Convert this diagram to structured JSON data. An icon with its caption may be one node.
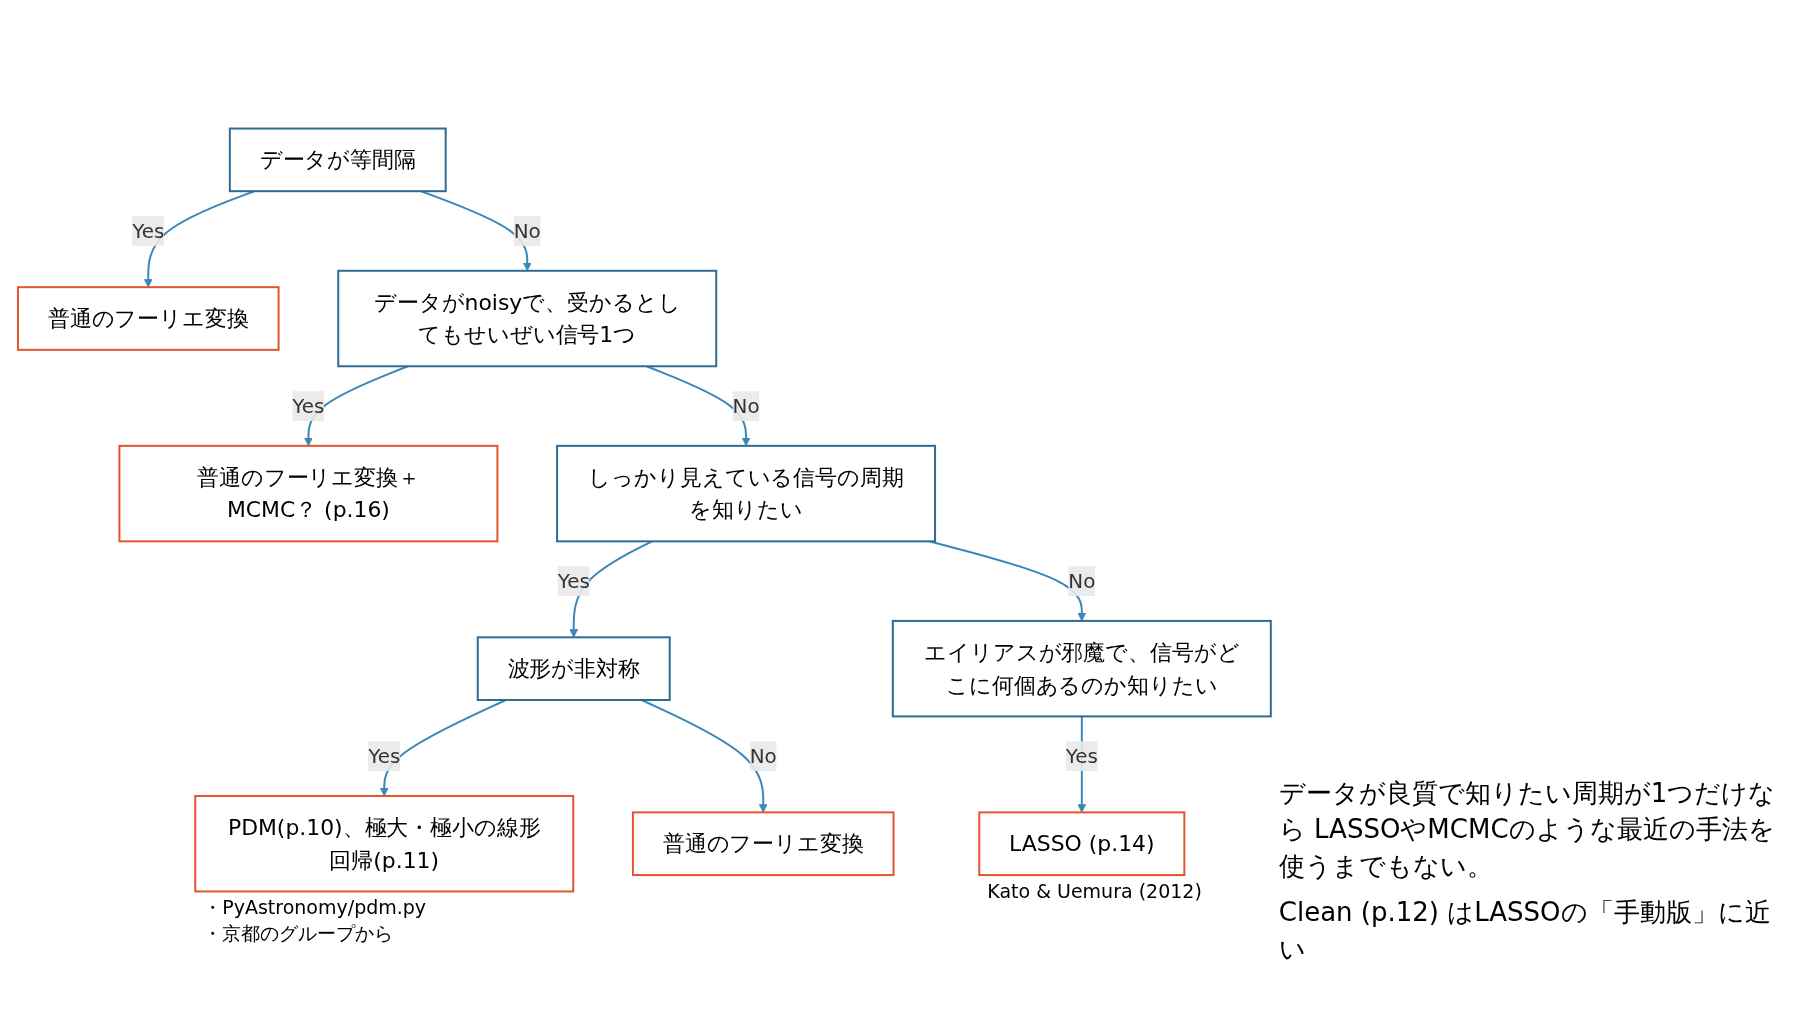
{
  "diagram": {
    "nodes": [
      {
        "text": [
          "データが等間隔"
        ]
      },
      {
        "text": [
          "普通のフーリエ変換"
        ]
      },
      {
        "text": [
          "データがnoisyで、受かるとしてもせいぜい信号1つ"
        ]
      },
      {
        "text": [
          "普通のフーリエ変換＋MCMC？ (p.16)"
        ]
      },
      {
        "text": [
          "しっかり見えている信号の周期を知りたい"
        ]
      },
      {
        "text": [
          "波形が非対称"
        ]
      },
      {
        "text": [
          "PDM(p.10)、極大・極小の線形回帰(p.11)"
        ],
        "beside": [
          "・PyAstronomy/pdm.py",
          "・京都のグループから"
        ]
      },
      {
        "text": [
          "普通のフーリエ変換"
        ]
      },
      {
        "text": [
          "エイリアスが邪魔で、信号がどこに何個あるのか知りたい"
        ]
      },
      {
        "text": [
          "LASSO (p.14)"
        ],
        "beside": [
          "Kato & Uemura (2012)"
        ]
      }
    ],
    "edges": [
      {
        "from": 0,
        "to": 1,
        "arrow": "to",
        "label": "Yes"
      },
      {
        "from": 0,
        "to": 2,
        "arrow": "to",
        "label": "No"
      },
      {
        "from": 2,
        "to": 3,
        "arrow": "to",
        "label": "Yes"
      },
      {
        "from": 2,
        "to": 4,
        "arrow": "to",
        "label": "No"
      },
      {
        "from": 4,
        "to": 5,
        "arrow": "to",
        "label": "Yes"
      },
      {
        "from": 4,
        "to": 8,
        "arrow": "to",
        "label": "No"
      },
      {
        "from": 5,
        "to": 6,
        "arrow": "to",
        "label": "Yes"
      },
      {
        "from": 5,
        "to": 7,
        "arrow": "to",
        "label": "No"
      },
      {
        "from": 8,
        "to": 9,
        "arrow": "to",
        "label": "Yes"
      }
    ],
    "labels": [
      "データが良質で知りたい周期が1つだけなら LASSOやMCMCのような最近の手法を使うまでもない。",
      "Clean (p.12) はLASSOの「手動版」に近い"
    ]
  }
}
